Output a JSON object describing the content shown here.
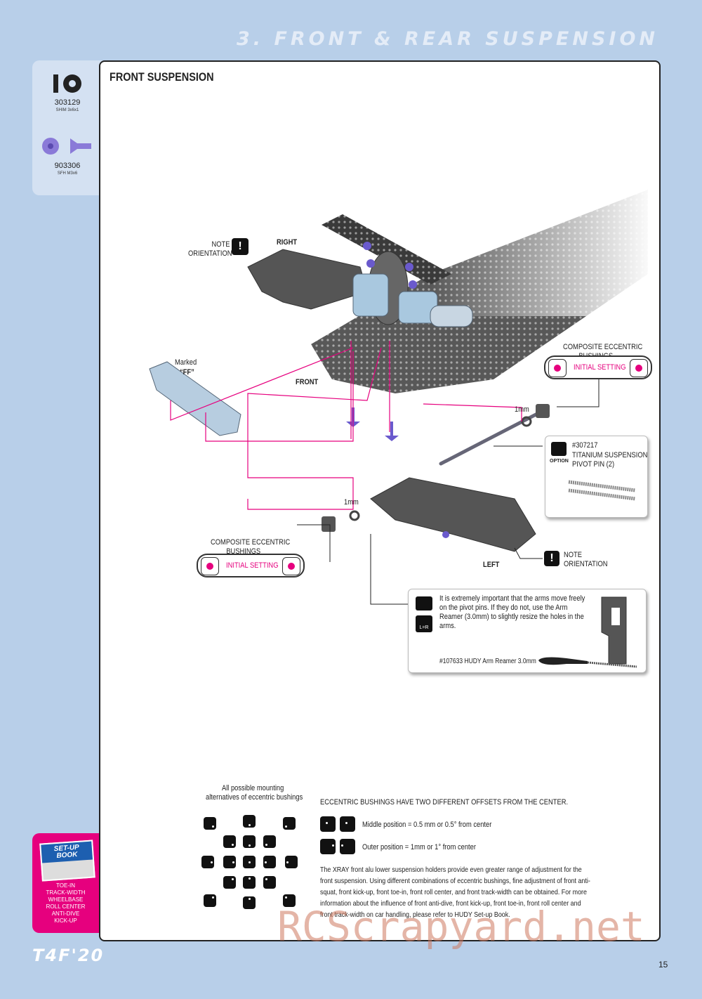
{
  "header": {
    "section_title": "3. FRONT & REAR SUSPENSION"
  },
  "parts": [
    {
      "code": "303129",
      "desc": "SHIM 3x6x1",
      "icon": "shim-icon"
    },
    {
      "code": "903306",
      "desc": "SFH M3x6",
      "icon": "screw-icon"
    }
  ],
  "main": {
    "title": "FRONT SUSPENSION",
    "labels": {
      "note_orientation_top": "NOTE\nORIENTATION",
      "right": "RIGHT",
      "front": "FRONT",
      "left": "LEFT",
      "marked": "Marked",
      "ff": "“FF”",
      "mm_upper": "1mm",
      "mm_lower": "1mm",
      "note_orientation_bottom": "NOTE\nORIENTATION"
    },
    "bushings_upper": {
      "title": "COMPOSITE ECCENTRIC\nBUSHINGS",
      "setting": "INITIAL SETTING"
    },
    "bushings_lower": {
      "title": "COMPOSITE ECCENTRIC\nBUSHINGS",
      "setting": "INITIAL SETTING"
    },
    "option": {
      "badge": "OPTION",
      "code": "#307217",
      "name": "TITANIUM SUSPENSION\nPIVOT PIN (2)"
    },
    "tip": {
      "text": "It is extremely important that the arms move freely on the pivot pins. If they do not, use the Arm Reamer (3.0mm) to slightly resize the holes in the arms.",
      "tool": "#107633 HUDY Arm Reamer 3.0mm",
      "lr_badge": "L=R"
    }
  },
  "eccentric": {
    "caption": "All possible mounting\nalternatives of eccentric bushings",
    "heading": "ECCENTRIC BUSHINGS HAVE TWO DIFFERENT OFFSETS FROM THE CENTER.",
    "middle": "Middle position = 0.5 mm or 0.5° from center",
    "outer": "Outer position = 1mm or 1° from center",
    "paragraph": "The XRAY front alu lower suspension holders provide even greater range of adjustment for the front suspension. Using different combinations of eccentric bushings, fine adjustment of front anti-squat, front kick-up, front toe-in, front roll center, and front track-width can be obtained. For more information about the influence of front anti-dive, front kick-up, front toe-in, front roll center and front track-width on car handling, please refer to HUDY Set-up Book."
  },
  "setup_book": {
    "badge": "SET-UP\nBOOK",
    "items": [
      "TOE-IN",
      "TRACK-WIDTH",
      "WHEELBASE",
      "ROLL CENTER",
      "ANTI-DIVE",
      "KICK-UP"
    ]
  },
  "footer": {
    "model": "T4F'20",
    "page": "15",
    "watermark": "RCScrapyard.net"
  },
  "colors": {
    "accent": "#e6007e",
    "background": "#b8cfe9",
    "panel": "#d4e1f2"
  }
}
